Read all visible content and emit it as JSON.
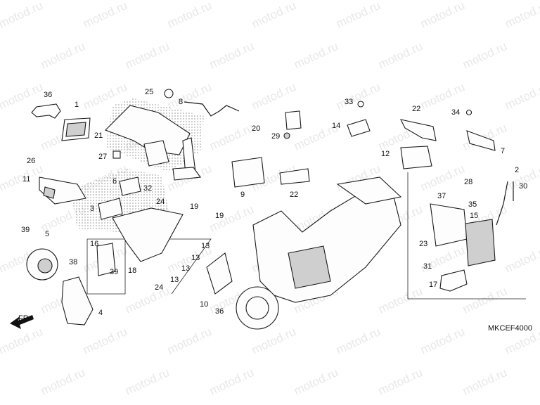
{
  "watermark": "motod.ru",
  "diagram_code": "MKCEF4000",
  "direction_label": "FR.",
  "callouts": [
    "1",
    "2",
    "3",
    "4",
    "5",
    "6",
    "7",
    "8",
    "9",
    "10",
    "11",
    "12",
    "13",
    "14",
    "15",
    "16",
    "17",
    "18",
    "19",
    "20",
    "21",
    "22",
    "23",
    "24",
    "25",
    "26",
    "27",
    "28",
    "29",
    "30",
    "31",
    "32",
    "33",
    "34",
    "35",
    "36",
    "37",
    "38",
    "39"
  ]
}
